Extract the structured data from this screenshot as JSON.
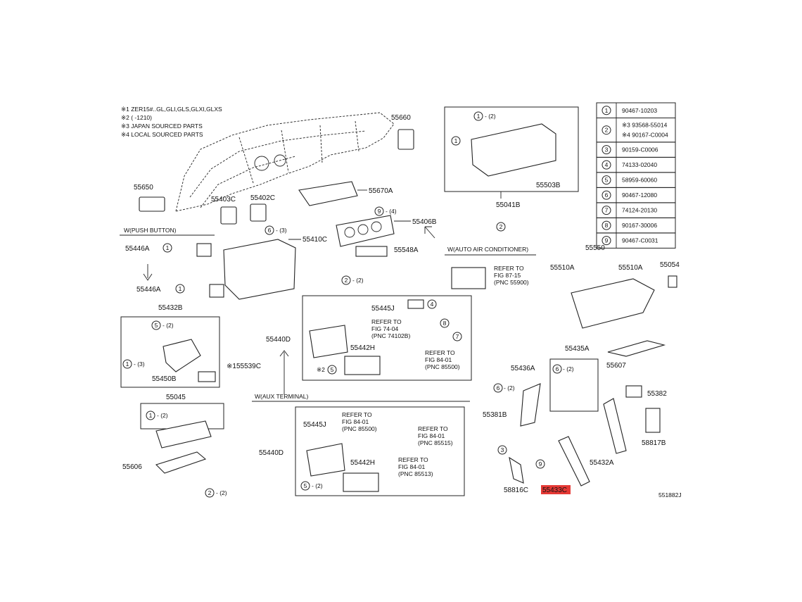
{
  "notes": [
    "※1 ZER15#..GL,GLI,GLS,GLXI,GLXS",
    "※2 (       -1210)",
    "※3 JAPAN SOURCED PARTS",
    "※4 LOCAL SOURCED PARTS"
  ],
  "legend": [
    {
      "num": "1",
      "parts": [
        "90467-10203"
      ]
    },
    {
      "num": "2",
      "parts": [
        "※3 93568-55014",
        "※4 90167-C0004"
      ]
    },
    {
      "num": "3",
      "parts": [
        "90159-C0006"
      ]
    },
    {
      "num": "4",
      "parts": [
        "74133-02040"
      ]
    },
    {
      "num": "5",
      "parts": [
        "58959-60060"
      ]
    },
    {
      "num": "6",
      "parts": [
        "90467-12080"
      ]
    },
    {
      "num": "7",
      "parts": [
        "74124-20130"
      ]
    },
    {
      "num": "8",
      "parts": [
        "90167-30006"
      ]
    },
    {
      "num": "9",
      "parts": [
        "90467-C0031"
      ]
    }
  ],
  "labels": {
    "p55660": "55660",
    "p55650": "55650",
    "p55670a": "55670A",
    "p55403c": "55403C",
    "p55402c": "55402C",
    "p55406b": "55406B",
    "p55410c": "55410C",
    "p55548a": "55548A",
    "p55041b": "55041B",
    "p55503b": "55503B",
    "p55550": "55550",
    "p55510a_l": "55510A",
    "p55510a_r": "55510A",
    "p55054": "55054",
    "p55446a_1": "55446A",
    "p55446a_2": "55446A",
    "p55432b": "55432B",
    "p55450b": "55450B",
    "p155539c": "※155539C",
    "p55440d_1": "55440D",
    "p55445j_1": "55445J",
    "p55442h_1": "55442H",
    "p55045": "55045",
    "p55606": "55606",
    "p55440d_2": "55440D",
    "p55445j_2": "55445J",
    "p55442h_2": "55442H",
    "p55435a": "55435A",
    "p55436a": "55436A",
    "p55607": "55607",
    "p55382": "55382",
    "p55381b": "55381B",
    "p58817b": "58817B",
    "p55432a": "55432A",
    "p58816c": "58816C",
    "p55433c": "55433C",
    "code": "551882J"
  },
  "headers": {
    "push_button": "W(PUSH BUTTON)",
    "auto_ac": "W(AUTO AIR CONDITIONER)",
    "aux_terminal": "W(AUX TERMINAL)"
  },
  "callouts": {
    "c1_2": "- (2)",
    "c9_4": "- (4)",
    "c6_3": "- (3)",
    "c2_2a": "- (2)",
    "c5_2a": "- (2)",
    "c1_3": "- (3)",
    "c1_2b": "- (2)",
    "c2_2b": "- (2)",
    "c5_2b": "- (2)",
    "c6_2a": "- (2)",
    "c6_2b": "- (2)",
    "x2": "※2"
  },
  "refs": {
    "r1": [
      "REFER TO",
      "FIG 87-15",
      "(PNC 55900)"
    ],
    "r2": [
      "REFER TO",
      "FIG 74-04",
      "(PNC 74102B)"
    ],
    "r3": [
      "REFER TO",
      "FIG 84-01",
      "(PNC 85500)"
    ],
    "r4": [
      "REFER TO",
      "FIG 84-01",
      "(PNC 85500)"
    ],
    "r5": [
      "REFER TO",
      "FIG 84-01",
      "(PNC 85515)"
    ],
    "r6": [
      "REFER TO",
      "FIG 84-01",
      "(PNC 85513)"
    ]
  },
  "highlight_color": "#e53935"
}
